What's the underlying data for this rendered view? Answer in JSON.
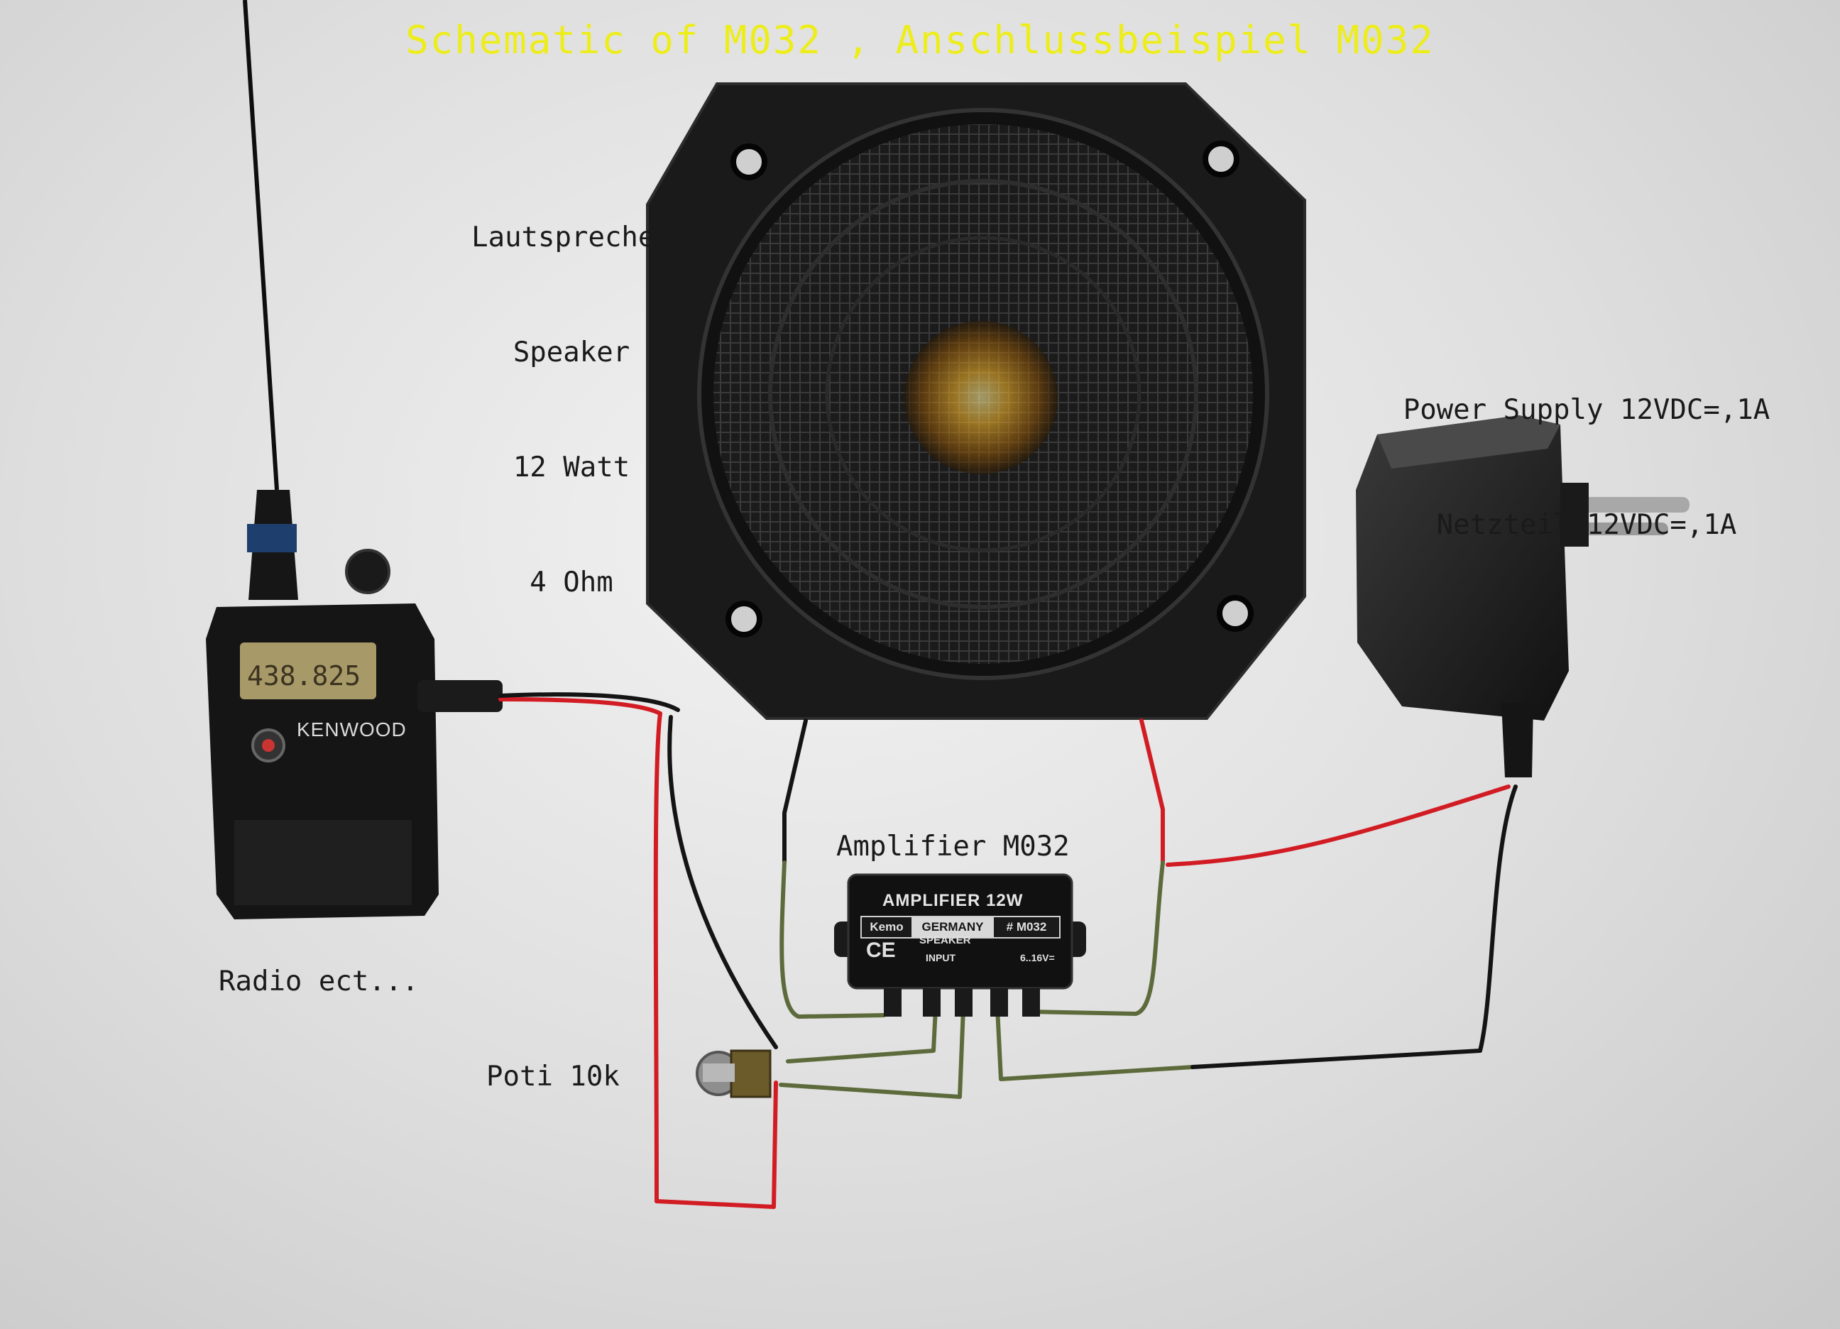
{
  "title": "Schematic of M032 , Anschlussbeispiel M032",
  "labels": {
    "speaker": [
      "Lautsprecher",
      "Speaker",
      "12 Watt",
      "4 Ohm"
    ],
    "power_supply": [
      "Power Supply 12VDC=,1A",
      "Netzteil 12VDC=,1A"
    ],
    "amplifier": "Amplifier M032",
    "radio": "Radio ect...",
    "poti": "Poti 10k"
  },
  "radio_device": {
    "brand": "KENWOOD",
    "display_frequency": "438.825"
  },
  "amplifier_device": {
    "title": "AMPLIFIER   12W",
    "kemo": "Kemo",
    "germany": "GERMANY",
    "model": "# M032",
    "speaker_label": "SPEAKER",
    "ce": "CE",
    "input_label": "INPUT",
    "voltage": "6..16V="
  },
  "colors": {
    "title": "#eded1a",
    "label": "#1a1a1a",
    "wire_red": "#d21c24",
    "wire_black": "#141414",
    "wire_green": "#5d6b3c",
    "speaker_body": "#1c1c1c",
    "dust_cap": "#e0a020"
  }
}
